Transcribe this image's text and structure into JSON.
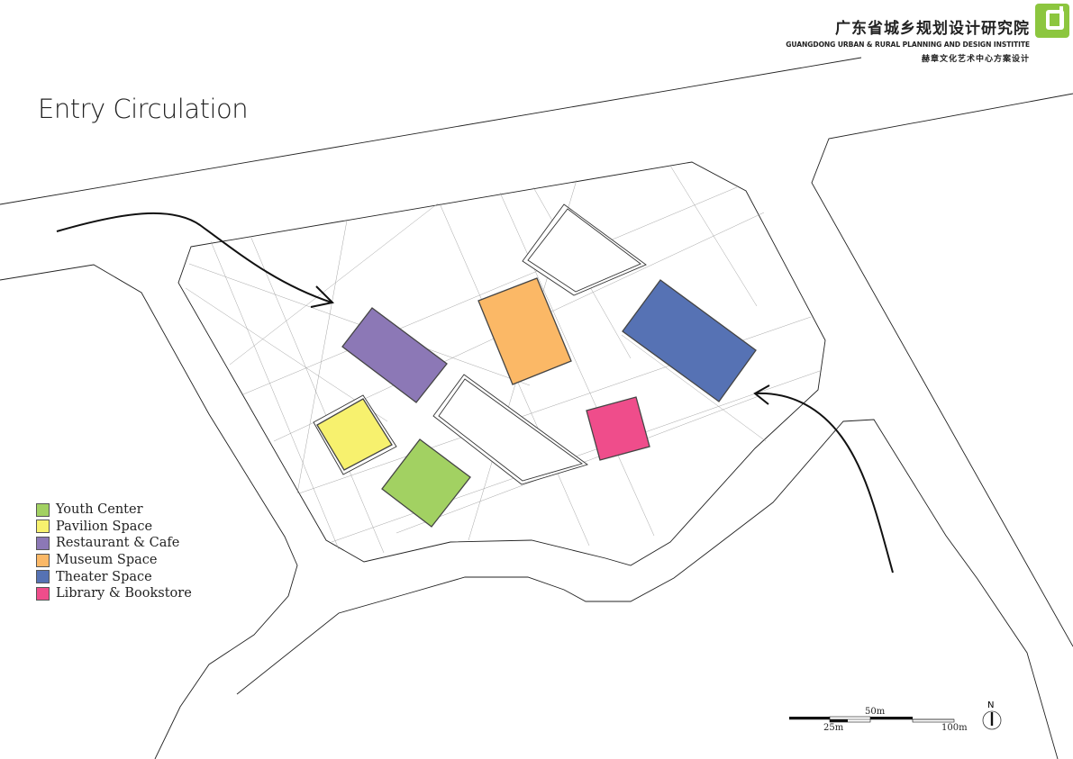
{
  "title": "Entry Circulation",
  "header": {
    "institute_cn": "广东省城乡规划设计研究院",
    "institute_en": "GUANGDONG URBAN & RURAL PLANNING AND DESIGN INSTITITE",
    "project_cn": "赫章文化艺术中心方案设计"
  },
  "legend": [
    {
      "label": "Youth Center",
      "color": "#a2d162"
    },
    {
      "label": "Pavilion Space",
      "color": "#f7f16e"
    },
    {
      "label": "Restaurant & Cafe",
      "color": "#8c78b6"
    },
    {
      "label": "Museum Space",
      "color": "#fbb866"
    },
    {
      "label": "Theater Space",
      "color": "#5672b4"
    },
    {
      "label": "Library & Bookstore",
      "color": "#ef4d8b"
    }
  ],
  "scale_bar": {
    "label_25": "25m",
    "label_50": "50m",
    "label_100": "100m"
  },
  "north": "N"
}
